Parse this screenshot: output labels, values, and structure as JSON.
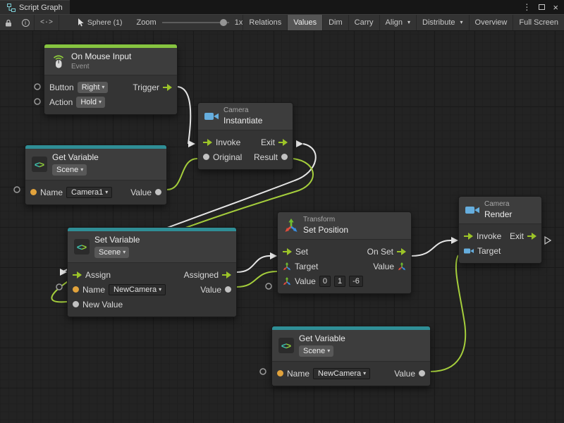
{
  "window": {
    "tab": "Script Graph",
    "kebab": "⋮",
    "close": "×"
  },
  "toolbar": {
    "info_glyph": "i",
    "code_glyph": "<·>",
    "selection": "Sphere (1)",
    "zoom_label": "Zoom",
    "zoom_value": "1x",
    "buttons": [
      "Relations",
      "Values",
      "Dim",
      "Carry",
      "Align",
      "Distribute",
      "Overview",
      "Full Screen"
    ]
  },
  "nodes": {
    "on_mouse_input": {
      "title": "On Mouse Input",
      "subtitle": "Event",
      "button_label": "Button",
      "button_value": "Right",
      "trigger_label": "Trigger",
      "action_label": "Action",
      "action_value": "Hold"
    },
    "instantiate": {
      "context": "Camera",
      "title": "Instantiate",
      "invoke_label": "Invoke",
      "exit_label": "Exit",
      "original_label": "Original",
      "result_label": "Result"
    },
    "get_variable_top": {
      "title": "Get Variable",
      "scope": "Scene",
      "name_label": "Name",
      "name_value": "Camera1",
      "value_label": "Value"
    },
    "set_variable": {
      "title": "Set Variable",
      "scope": "Scene",
      "assign_label": "Assign",
      "assigned_label": "Assigned",
      "name_label": "Name",
      "name_value": "NewCamera",
      "value_label": "Value",
      "new_value_label": "New Value"
    },
    "set_position": {
      "context": "Transform",
      "title": "Set Position",
      "set_label": "Set",
      "on_set_label": "On Set",
      "target_label": "Target",
      "value_out_label": "Value",
      "value_in_label": "Value",
      "x": "0",
      "y": "1",
      "z": "-6"
    },
    "render": {
      "context": "Camera",
      "title": "Render",
      "invoke_label": "Invoke",
      "exit_label": "Exit",
      "target_label": "Target"
    },
    "get_variable_bottom": {
      "title": "Get Variable",
      "scope": "Scene",
      "name_label": "Name",
      "name_value": "NewCamera",
      "value_label": "Value"
    }
  },
  "colors": {
    "wire_white": "#e6e6e6",
    "wire_green": "#a5ce3c",
    "flow_green": "#9cc428",
    "event_strip": "#86c440",
    "variable_strip": "#2f8e96",
    "string_port": "#e2a33c"
  }
}
